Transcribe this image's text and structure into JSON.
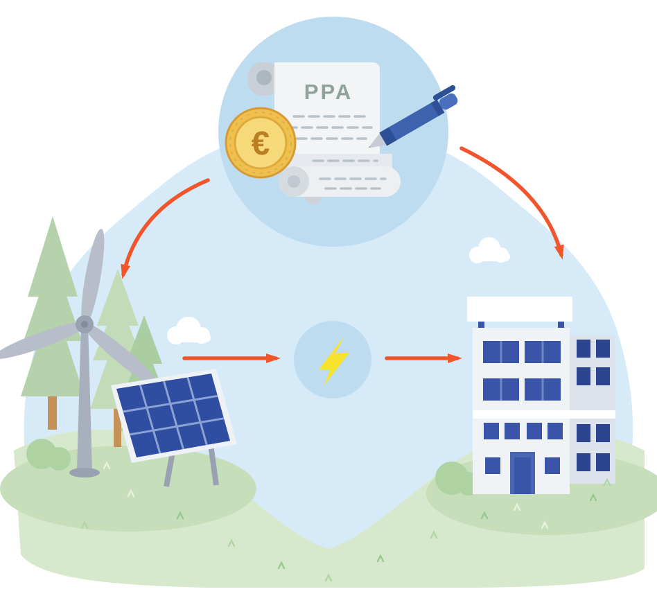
{
  "figure": {
    "title": "Power Purchase Agreement (PPA) flow illustration",
    "type": "diagram"
  },
  "contract": {
    "label": "PPA",
    "currency_symbol": "€"
  },
  "nodes": [
    {
      "id": "contract",
      "name": "PPA contract document with euro coin and signing pen"
    },
    {
      "id": "generator",
      "name": "Renewable generation: wind turbine, solar panel, pine trees"
    },
    {
      "id": "electricity",
      "name": "Electricity symbol (lightning bolt in circle)"
    },
    {
      "id": "consumer",
      "name": "Office building (energy buyer)"
    }
  ],
  "arrows": [
    {
      "from": "contract",
      "to": "generator"
    },
    {
      "from": "contract",
      "to": "consumer"
    },
    {
      "from": "generator",
      "to": "electricity"
    },
    {
      "from": "electricity",
      "to": "consumer"
    }
  ],
  "colors": {
    "arrow": "#f2552c",
    "sky": "#d7eaf7",
    "circle": "#bedcf0",
    "grass": "#d7e9cc",
    "mound": "#c6dfba",
    "bolt": "#f7e32d",
    "coin_gold": "#eec14f",
    "coin_inner": "#f6da79",
    "euro_text": "#bb7f23",
    "ppa_text": "#8fa39c",
    "pen_blue": "#3e63ae",
    "pen_dark": "#2d4f95",
    "window_blue": "#3a55a7",
    "window_dark": "#2c4390",
    "panel_blue": "#2f4da1"
  }
}
